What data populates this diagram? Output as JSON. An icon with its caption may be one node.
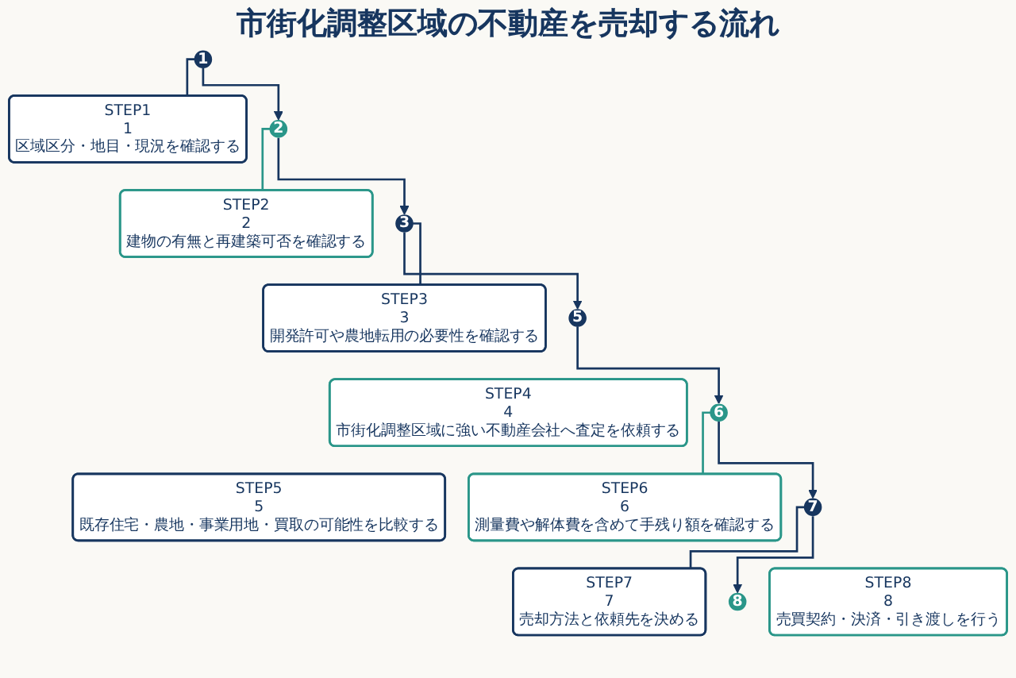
{
  "diagram": {
    "title": "市街化調整区域の不動産を売却する流れ",
    "nodes": [
      {
        "text": [
          "STEP1",
          "1",
          "区域区分・地目・現況を確認する"
        ]
      },
      {
        "text": [
          "1"
        ]
      },
      {
        "text": [
          "STEP2",
          "2",
          "建物の有無と再建築可否を確認する"
        ]
      },
      {
        "text": [
          "2"
        ]
      },
      {
        "text": [
          "STEP3",
          "3",
          "開発許可や農地転用の必要性を確認する"
        ]
      },
      {
        "text": [
          "3"
        ]
      },
      {
        "text": [
          "STEP4",
          "4",
          "市街化調整区域に強い不動産会社へ査定を依頼する"
        ]
      },
      {
        "text": [
          "STEP5",
          "5",
          "既存住宅・農地・事業用地・買取の可能性を比較する"
        ]
      },
      {
        "text": [
          "5"
        ]
      },
      {
        "text": [
          "STEP6",
          "6",
          "測量費や解体費を含めて手残り額を確認する"
        ]
      },
      {
        "text": [
          "6"
        ]
      },
      {
        "text": [
          "STEP7",
          "7",
          "売却方法と依頼先を決める"
        ]
      },
      {
        "text": [
          "7"
        ]
      },
      {
        "text": [
          "STEP8",
          "8",
          "売買契約・決済・引き渡しを行う"
        ]
      },
      {
        "text": [
          "8"
        ]
      }
    ],
    "edges": [
      {
        "from": 1,
        "to": 0,
        "arrow": "none"
      },
      {
        "from": 1,
        "to": 3,
        "arrow": "to"
      },
      {
        "from": 3,
        "to": 2,
        "arrow": "none",
        "color": "#2a9689"
      },
      {
        "from": 3,
        "to": 5,
        "arrow": "to"
      },
      {
        "from": 5,
        "to": 4,
        "arrow": "none"
      },
      {
        "from": 5,
        "to": 8,
        "arrow": "to"
      },
      {
        "from": 8,
        "to": 10,
        "arrow": "to"
      },
      {
        "from": 10,
        "to": 9,
        "arrow": "none",
        "color": "#2a9689"
      },
      {
        "from": 10,
        "to": 12,
        "arrow": "to"
      },
      {
        "from": 12,
        "to": 11,
        "arrow": "none"
      },
      {
        "from": 12,
        "to": 14,
        "arrow": "to"
      }
    ]
  }
}
